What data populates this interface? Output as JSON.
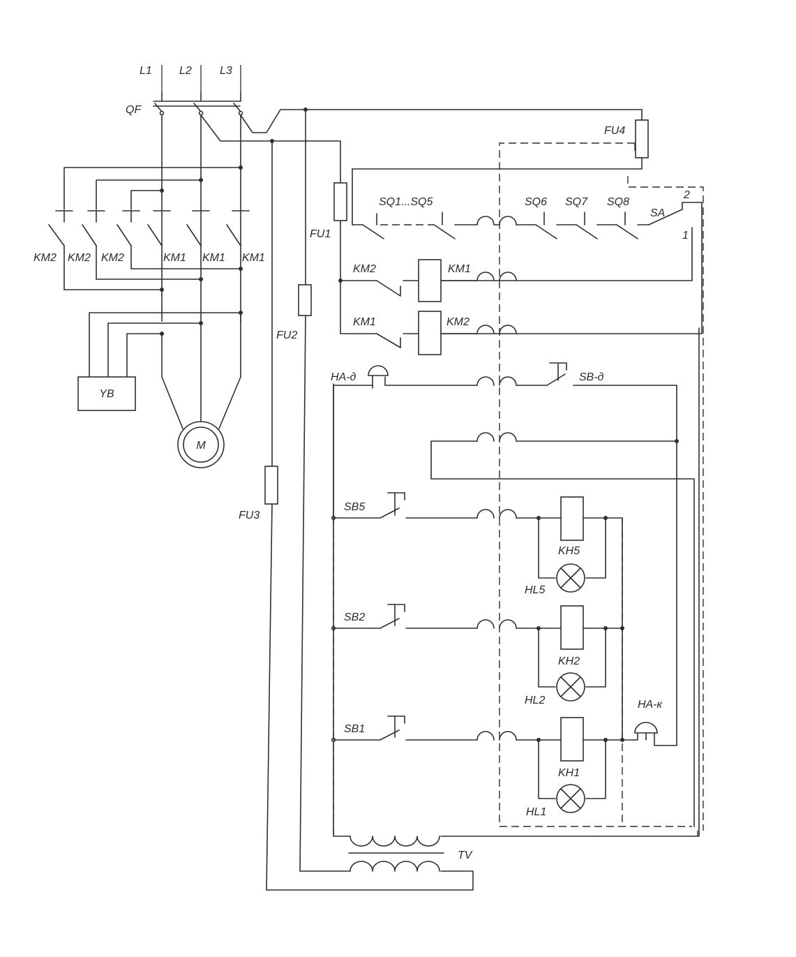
{
  "diagram": {
    "labels": {
      "L1": "L1",
      "L2": "L2",
      "L3": "L3",
      "QF": "QF",
      "KM2_a": "KM2",
      "KM2_b": "KM2",
      "KM2_c": "KM2",
      "KM1_a": "KM1",
      "KM1_b": "KM1",
      "KM1_c": "KM1",
      "YB": "YB",
      "M": "M",
      "FU1": "FU1",
      "FU2": "FU2",
      "FU3": "FU3",
      "FU4": "FU4",
      "SQ1_SQ5": "SQ1...SQ5",
      "SQ6": "SQ6",
      "SQ7": "SQ7",
      "SQ8": "SQ8",
      "SA": "SA",
      "SA_pos2": "2",
      "SA_pos1": "1",
      "rung1_contact": "KM2",
      "rung1_coil": "KM1",
      "rung2_contact": "KM1",
      "rung2_coil": "KM2",
      "HA_d": "HA-д",
      "SB_d": "SB-д",
      "SB5": "SB5",
      "SB2": "SB2",
      "SB1": "SB1",
      "KH5": "KH5",
      "KH2": "KH2",
      "KH1": "KH1",
      "HL5": "HL5",
      "HL2": "HL2",
      "HL1": "HL1",
      "HA_k": "HA-к",
      "TV": "TV"
    }
  }
}
